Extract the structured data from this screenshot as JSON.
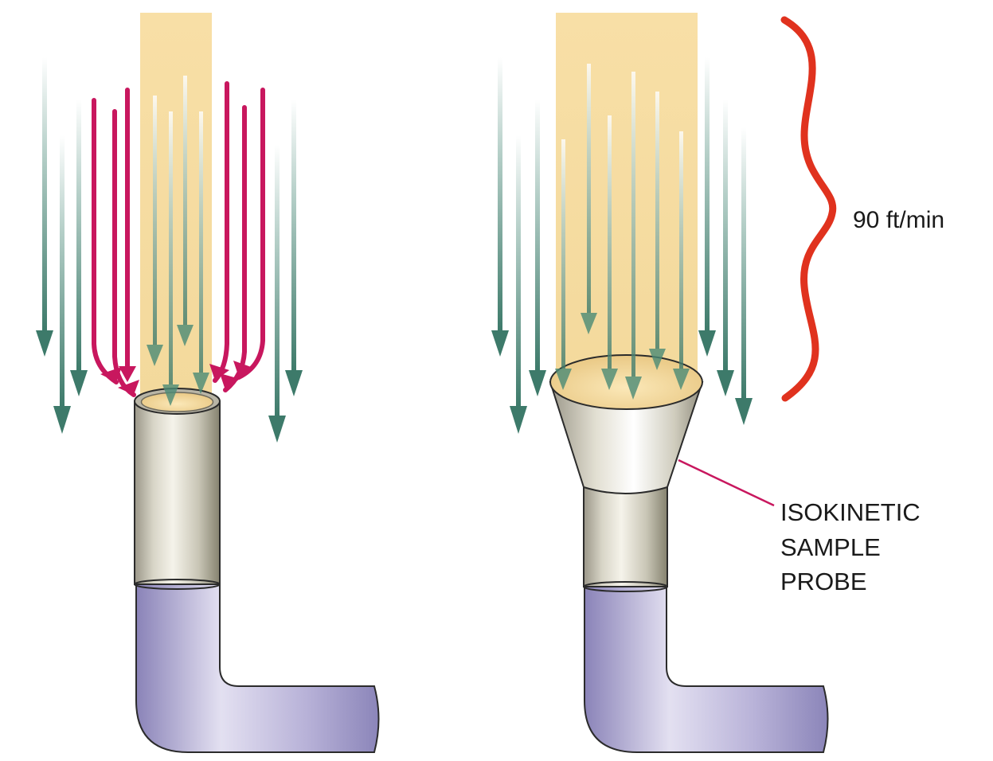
{
  "diagram": {
    "speed_label": "90 ft/min",
    "probe_label_lines": [
      "ISOKINETIC",
      "SAMPLE",
      "PROBE"
    ],
    "colors": {
      "sample_stream": "#f7dca0",
      "air_flow_arrow": "#3d7a6a",
      "diverted_flow_arrow": "#c8175e",
      "probe_metal": "#c9c6b6",
      "tubing": "#a9a2d0",
      "speed_brace": "#e0321e",
      "leader_line": "#c8175e"
    },
    "panels": [
      {
        "name": "standard-probe",
        "inlet": "straight tube"
      },
      {
        "name": "isokinetic-probe",
        "inlet": "flared funnel"
      }
    ]
  }
}
